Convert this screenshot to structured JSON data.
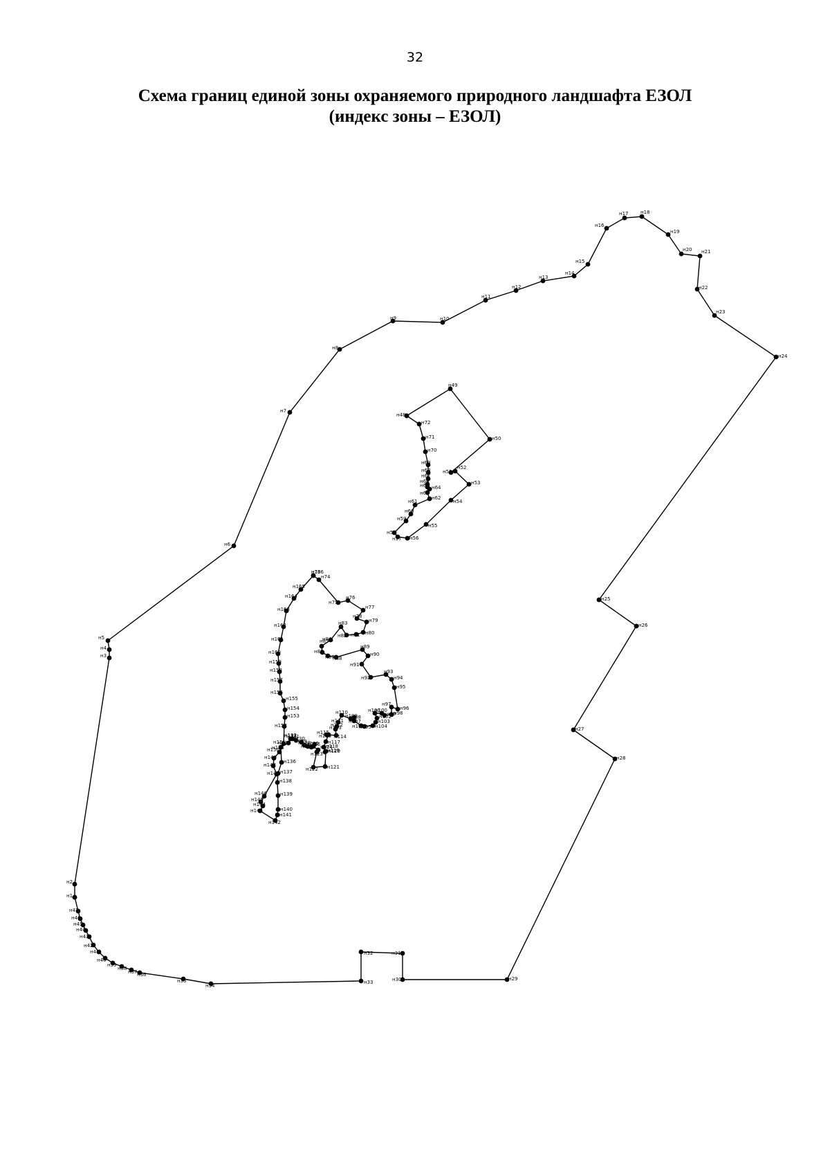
{
  "page_number": "32",
  "title": {
    "line1": "Схема границ единой зоны охраняемого природного ландшафта ЕЗОЛ",
    "line2": "(индекс зоны – ЕЗОЛ)"
  },
  "outer_boundary": {
    "labels": [
      "н1",
      "н2",
      "н3",
      "н4",
      "н5",
      "н6",
      "н7",
      "н8",
      "н9",
      "н10",
      "н11",
      "н12",
      "н13",
      "н14",
      "н15",
      "н16",
      "н17",
      "н18",
      "н19",
      "н20",
      "н21",
      "н22",
      "н23",
      "н24",
      "н25",
      "н26",
      "н27",
      "н28",
      "н29",
      "н30",
      "н31",
      "н32",
      "н33",
      "н34",
      "н35",
      "н36",
      "н37",
      "н38",
      "н39",
      "н40",
      "н41",
      "н42",
      "н43",
      "н44",
      "н45",
      "н46",
      "н47",
      "н1"
    ]
  },
  "inner_contour_a": {
    "labels": [
      "н48",
      "н49",
      "н50",
      "н51",
      "н52",
      "н53",
      "н54",
      "н55",
      "н56",
      "н57",
      "н58",
      "н59",
      "н60",
      "н61",
      "н62",
      "н63",
      "н64",
      "н65",
      "н66",
      "н67",
      "н68",
      "н69",
      "н70",
      "н71",
      "н72",
      "н48"
    ]
  },
  "inner_contour_b": {
    "labels": [
      "н73",
      "н74",
      "н75",
      "н76",
      "н77",
      "н78",
      "н79",
      "н80",
      "н81",
      "н82",
      "н83",
      "н84",
      "н85",
      "н86",
      "н87",
      "н88",
      "н89",
      "н90",
      "н91",
      "н92",
      "н93",
      "н94",
      "н95",
      "н96",
      "н97",
      "н98",
      "н99",
      "н100",
      "н101",
      "н102",
      "н103",
      "н104",
      "н105",
      "н106",
      "н107",
      "н108",
      "н109",
      "н110",
      "н111",
      "н112",
      "н113",
      "н114",
      "н115",
      "н116",
      "н117",
      "н118",
      "н119",
      "н120",
      "н121",
      "н122",
      "н123",
      "н124",
      "н125",
      "н126",
      "н127",
      "н128",
      "н129",
      "н130",
      "н131",
      "н132",
      "н133",
      "н134",
      "н135",
      "н136",
      "н137",
      "н138",
      "н139",
      "н140",
      "н141",
      "н142",
      "н143",
      "н144",
      "н145",
      "н146",
      "н147",
      "н148",
      "н149",
      "н150",
      "н151",
      "н152",
      "н153",
      "н154",
      "н155",
      "н156",
      "н157",
      "н158",
      "н159",
      "н160",
      "н161",
      "н162",
      "н163",
      "н164",
      "н165",
      "н166",
      "н167",
      "н73"
    ]
  }
}
